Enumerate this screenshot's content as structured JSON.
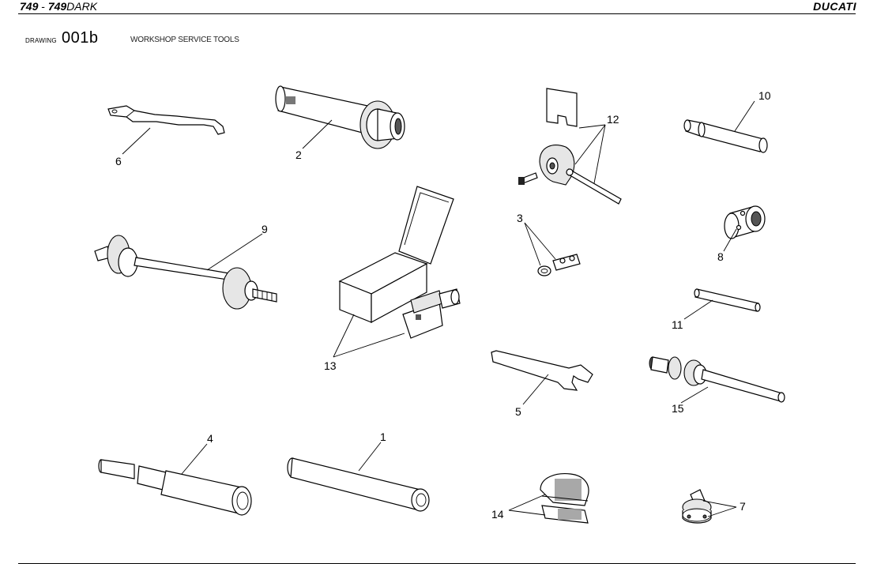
{
  "header": {
    "model_part1": "749",
    "model_sep": " - ",
    "model_part2": "749",
    "model_part3": "DARK",
    "brand": "DUCATI"
  },
  "drawing": {
    "label": "DRAWING",
    "number": "001b",
    "title": "WORKSHOP SERVICE TOOLS"
  },
  "callouts": [
    "1",
    "2",
    "3",
    "4",
    "5",
    "6",
    "7",
    "8",
    "9",
    "10",
    "11",
    "12",
    "13",
    "14",
    "15"
  ]
}
